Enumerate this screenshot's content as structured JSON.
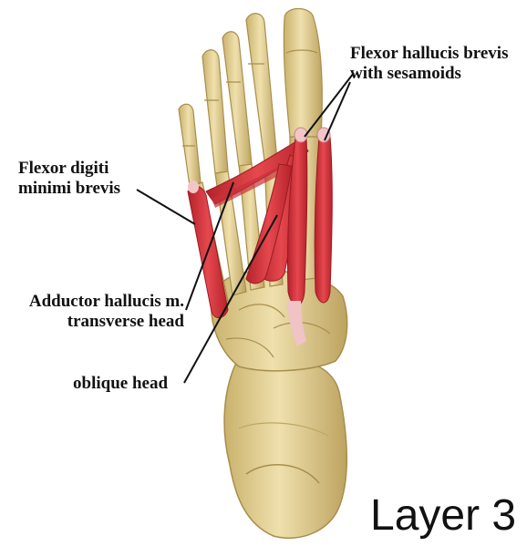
{
  "labels": {
    "fhb_line1": "Flexor hallucis brevis",
    "fhb_line2": "with sesamoids",
    "fdmb_line1": "Flexor digiti",
    "fdmb_line2": "minimi brevis",
    "ah_line1": "Adductor hallucis m.",
    "ah_line2": "transverse head",
    "oblique": "oblique head"
  },
  "layer_title": "Layer 3",
  "colors": {
    "bone": "#e6d49a",
    "bone_shadow": "#b79e58",
    "muscle": "#d8333a",
    "tendon": "#f2c6c8",
    "leader": "#111111"
  }
}
